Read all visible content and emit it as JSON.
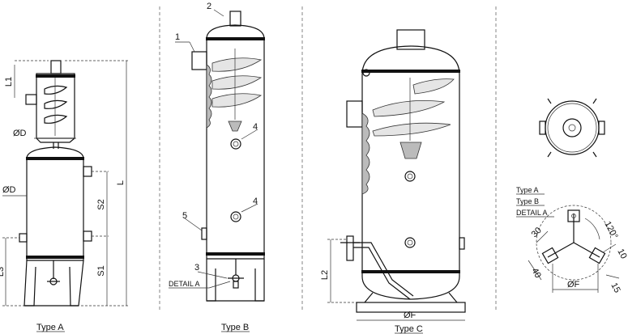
{
  "views": {
    "type_a": {
      "caption": "Type A",
      "dims": {
        "l1": "L1",
        "od_top": "ØD",
        "od_main": "ØD",
        "s2": "S2",
        "l": "L",
        "l3": "L3",
        "s1": "S1"
      }
    },
    "type_b": {
      "caption": "Type B",
      "callouts": {
        "c1": "1",
        "c2": "2",
        "c3": "3",
        "c4a": "4",
        "c4b": "4",
        "c5": "5"
      },
      "detail": "DETAIL A"
    },
    "type_c": {
      "caption": "Type C",
      "dims": {
        "l2": "L2",
        "of": "ØF"
      }
    },
    "detail_a": {
      "legend": [
        "Type A",
        "Type B",
        "DETAIL A"
      ],
      "dims": {
        "angle": "120°",
        "d30": "30",
        "d40": "40",
        "d10": "10",
        "d15": "15",
        "of": "ØF"
      }
    }
  }
}
